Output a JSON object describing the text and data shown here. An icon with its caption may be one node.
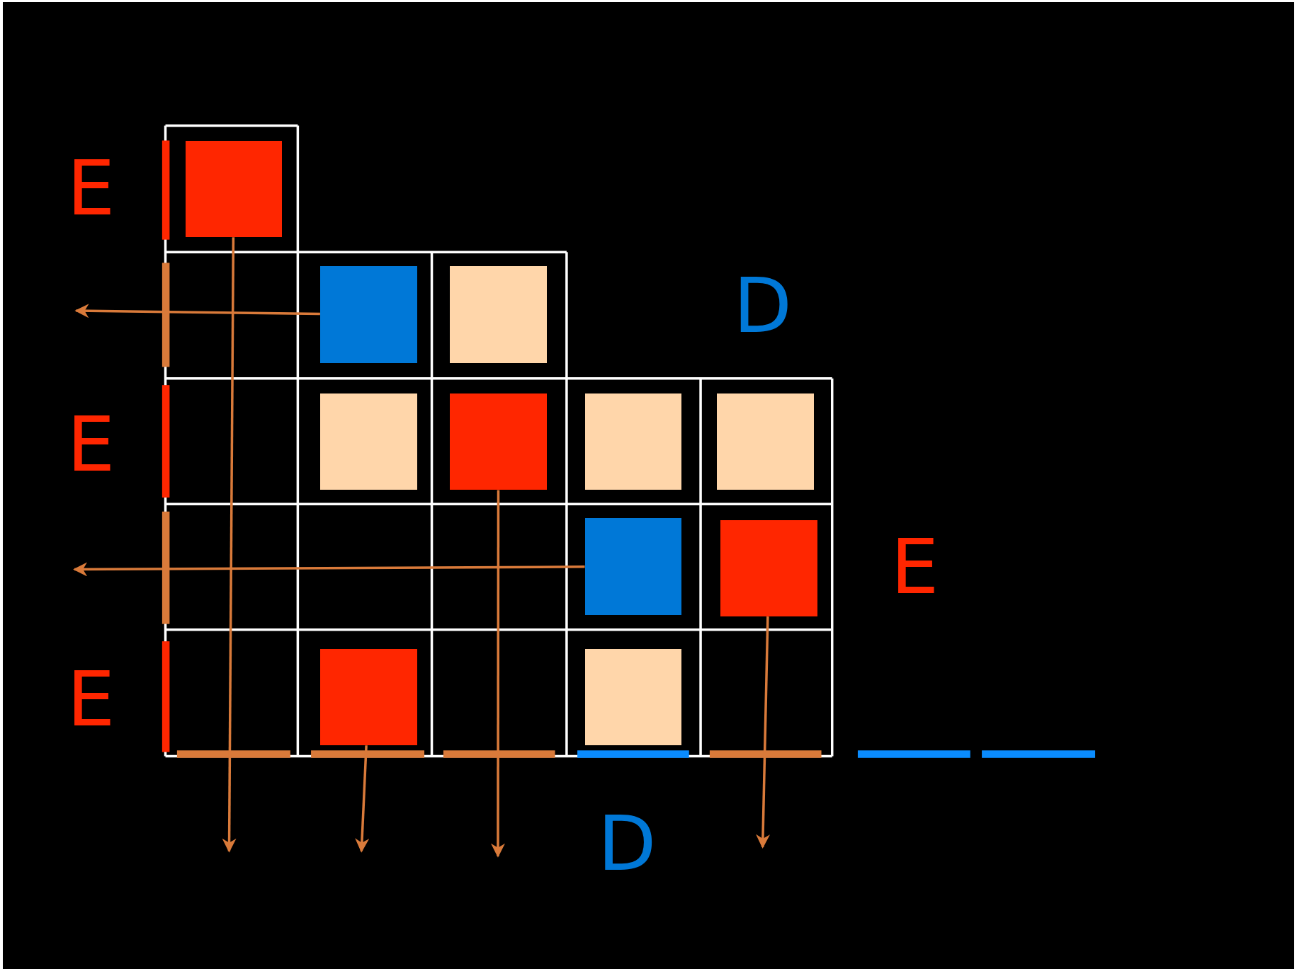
{
  "diagram": {
    "nodes": [
      {
        "text": [],
        "shape": "box"
      },
      {
        "text": [],
        "shape": "box"
      },
      {
        "text": [],
        "shape": "box"
      },
      {
        "text": [],
        "shape": "box"
      },
      {
        "text": [],
        "shape": "box"
      },
      {
        "text": [],
        "shape": "box"
      },
      {
        "text": [],
        "shape": "box"
      },
      {
        "text": [],
        "shape": "box"
      },
      {
        "text": [],
        "shape": "box"
      },
      {
        "text": [],
        "shape": "box"
      },
      {
        "text": [],
        "shape": "box"
      }
    ],
    "edges": [
      {
        "from": 0,
        "to": null,
        "arrow": "to"
      },
      {
        "from": 1,
        "to": null,
        "arrow": "to"
      },
      {
        "from": 4,
        "to": null,
        "arrow": "to"
      },
      {
        "from": 7,
        "to": null,
        "arrow": "to"
      },
      {
        "from": 8,
        "to": null,
        "arrow": "to"
      },
      {
        "from": 9,
        "to": null,
        "arrow": "to"
      }
    ],
    "labels": [
      "E",
      "D",
      "E",
      "E",
      "E",
      "D"
    ]
  }
}
